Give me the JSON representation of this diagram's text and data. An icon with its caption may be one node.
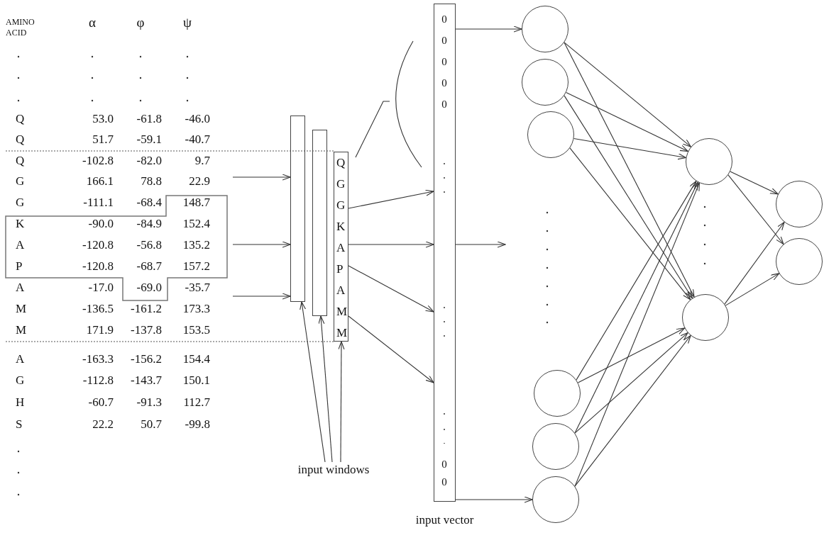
{
  "diagram": {
    "nodes": [
      {
        "text": [],
        "shape": "box"
      },
      {
        "text": [],
        "shape": "box"
      },
      {
        "text": [
          "Q G G K A P A M M"
        ]
      },
      {
        "text": [
          "input windows"
        ]
      },
      {
        "text": [
          "0 0 0 0 0",
          "0 0"
        ],
        "beside": [
          "input vector"
        ]
      },
      {
        "text": [],
        "shape": "circle"
      },
      {
        "text": [],
        "shape": "circle"
      },
      {
        "text": [],
        "shape": "circle"
      },
      {
        "text": [],
        "shape": "circle"
      },
      {
        "text": [],
        "shape": "circle"
      },
      {
        "text": [],
        "shape": "circle"
      },
      {
        "text": [],
        "shape": "circle"
      },
      {
        "text": [],
        "shape": "circle"
      },
      {
        "text": [],
        "shape": "circle"
      },
      {
        "text": [],
        "shape": "circle"
      }
    ],
    "edges": [
      {
        "from": null,
        "to": 0,
        "arrow": "to"
      },
      {
        "from": null,
        "to": 0,
        "arrow": "to"
      },
      {
        "from": null,
        "to": 0,
        "arrow": "to"
      },
      {
        "from": 3,
        "to": 0,
        "arrow": "to"
      },
      {
        "from": 3,
        "to": 1,
        "arrow": "to"
      },
      {
        "from": 3,
        "to": 2,
        "arrow": "to"
      },
      {
        "from": 2,
        "to": 4,
        "arrow": "to"
      },
      {
        "from": 2,
        "to": 4,
        "arrow": "to"
      },
      {
        "from": 2,
        "to": 4,
        "arrow": "to"
      },
      {
        "from": 2,
        "to": 4,
        "arrow": "to"
      },
      {
        "from": 4,
        "to": 5,
        "arrow": "to"
      },
      {
        "from": 4,
        "to": null,
        "arrow": "to"
      },
      {
        "from": 4,
        "to": 10,
        "arrow": "to"
      },
      {
        "from": 5,
        "to": 11,
        "arrow": "to"
      },
      {
        "from": 5,
        "to": 12,
        "arrow": "to"
      },
      {
        "from": 6,
        "to": 11,
        "arrow": "to"
      },
      {
        "from": 6,
        "to": 12,
        "arrow": "to"
      },
      {
        "from": 7,
        "to": 11,
        "arrow": "to"
      },
      {
        "from": 7,
        "to": 12,
        "arrow": "to"
      },
      {
        "from": 8,
        "to": 11,
        "arrow": "to"
      },
      {
        "from": 8,
        "to": 12,
        "arrow": "to"
      },
      {
        "from": 9,
        "to": 11,
        "arrow": "to"
      },
      {
        "from": 9,
        "to": 12,
        "arrow": "to"
      },
      {
        "from": 10,
        "to": 11,
        "arrow": "to"
      },
      {
        "from": 10,
        "to": 12,
        "arrow": "to"
      },
      {
        "from": 11,
        "to": 13,
        "arrow": "to"
      },
      {
        "from": 11,
        "to": 14,
        "arrow": "to"
      },
      {
        "from": 12,
        "to": 13,
        "arrow": "to"
      },
      {
        "from": 12,
        "to": 14,
        "arrow": "to"
      }
    ],
    "labels": [
      "AMINO ACID",
      "α",
      "φ",
      "ψ",
      "Q",
      "53.0",
      "-61.8",
      "-46.0",
      "Q",
      "51.7",
      "-59.1",
      "-40.7",
      "Q",
      "-102.8",
      "-82.0",
      "9.7",
      "G",
      "166.1",
      "78.8",
      "22.9",
      "G",
      "-111.1",
      "-68.4",
      "148.7",
      "K",
      "-90.0",
      "-84.9",
      "152.4",
      "A",
      "-120.8",
      "-56.8",
      "135.2",
      "P",
      "-120.8",
      "-68.7",
      "157.2",
      "A",
      "-17.0",
      "-69.0",
      "-35.7",
      "M",
      "-136.5",
      "-161.2",
      "173.3",
      "M",
      "171.9",
      "-137.8",
      "153.5",
      "A",
      "-163.3",
      "-156.2",
      "154.4",
      "G",
      "-112.8",
      "-143.7",
      "150.1",
      "H",
      "-60.7",
      "-91.3",
      "112.7",
      "S",
      "22.2",
      "50.7",
      "-99.8"
    ]
  }
}
